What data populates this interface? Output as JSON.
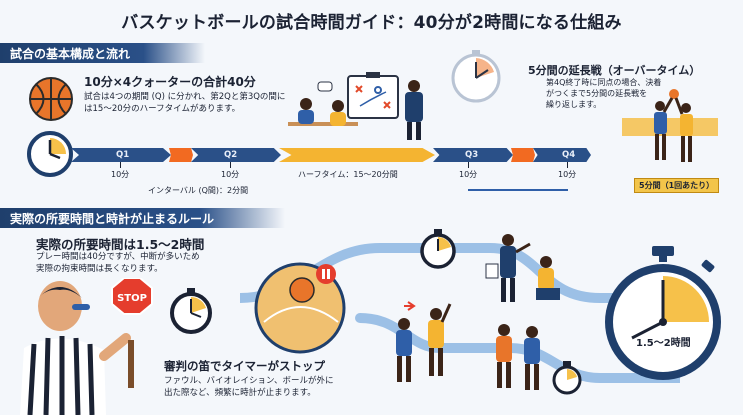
{
  "title": "バスケットボールの試合時間ガイド：40分が2時間になる仕組み",
  "section1": {
    "banner": "試合の基本構成と流れ",
    "heading": "10分×4クォーターの合計40分",
    "note_lines": [
      "試合は4つの期間 (Q) に分かれ、第2Qと第3Qの間に",
      "は15〜20分のハーフタイムがあります。"
    ],
    "timeline": {
      "q1": "Q1",
      "q2": "Q2",
      "q3": "Q3",
      "q4": "Q4",
      "minutes": "10分",
      "interval": "インターバル (Q間)：2分間",
      "halftime": "ハーフタイム：15〜20分間"
    }
  },
  "overtime": {
    "heading": "5分間の延長戦（オーバータイム）",
    "note_lines": [
      "第4Q終了時に同点の場合、決着",
      "がつくまで5分間の延長戦を",
      "繰り返します。"
    ],
    "label": "5分間（1回あたり）"
  },
  "section2": {
    "banner": "実際の所要時間と時計が止まるルール",
    "heading": "実際の所要時間は1.5〜2時間",
    "note_lines": [
      "プレー時間は40分ですが、中断が多いため",
      "実際の拘束時間は長くなります。"
    ],
    "whistle_heading": "審判の笛でタイマーがストップ",
    "whistle_note_lines": [
      "ファウル、バイオレイション、ボールが外に",
      "出た際など、頻繁に時計が止まります。"
    ],
    "stop_sign": "STOP",
    "final_time": "1.5〜2時間"
  },
  "colors": {
    "navy": "#1f3f6c",
    "orange": "#f26a21",
    "yellow": "#f4b431",
    "light_blue": "#9cc0e6"
  }
}
